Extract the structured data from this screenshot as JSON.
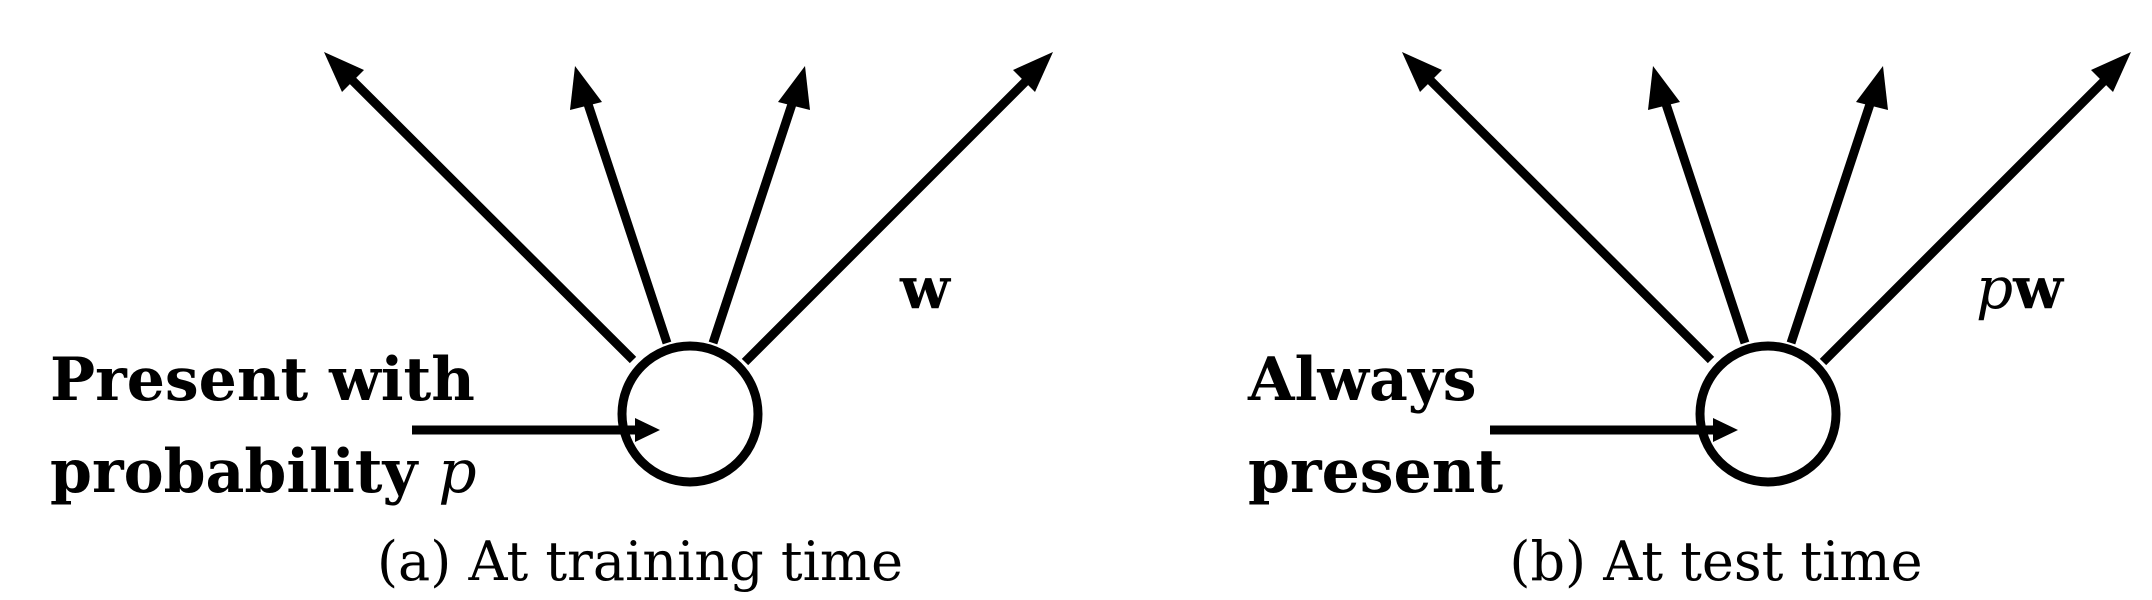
{
  "panels": [
    {
      "id": "training",
      "input_label": {
        "line1": "Present with",
        "line2_prefix": "probability ",
        "line2_var": "p"
      },
      "weight_label": {
        "scale": "",
        "vector": "w"
      },
      "caption": "(a) At training time"
    },
    {
      "id": "test",
      "input_label": {
        "line1": "Always",
        "line2_prefix": "present",
        "line2_var": ""
      },
      "weight_label": {
        "scale": "p",
        "vector": "w"
      },
      "caption": "(b) At test time"
    }
  ],
  "colors": {
    "ink": "#000000",
    "background": "#ffffff"
  },
  "icons": {
    "neuron": "circle-unit",
    "connection": "arrow"
  }
}
